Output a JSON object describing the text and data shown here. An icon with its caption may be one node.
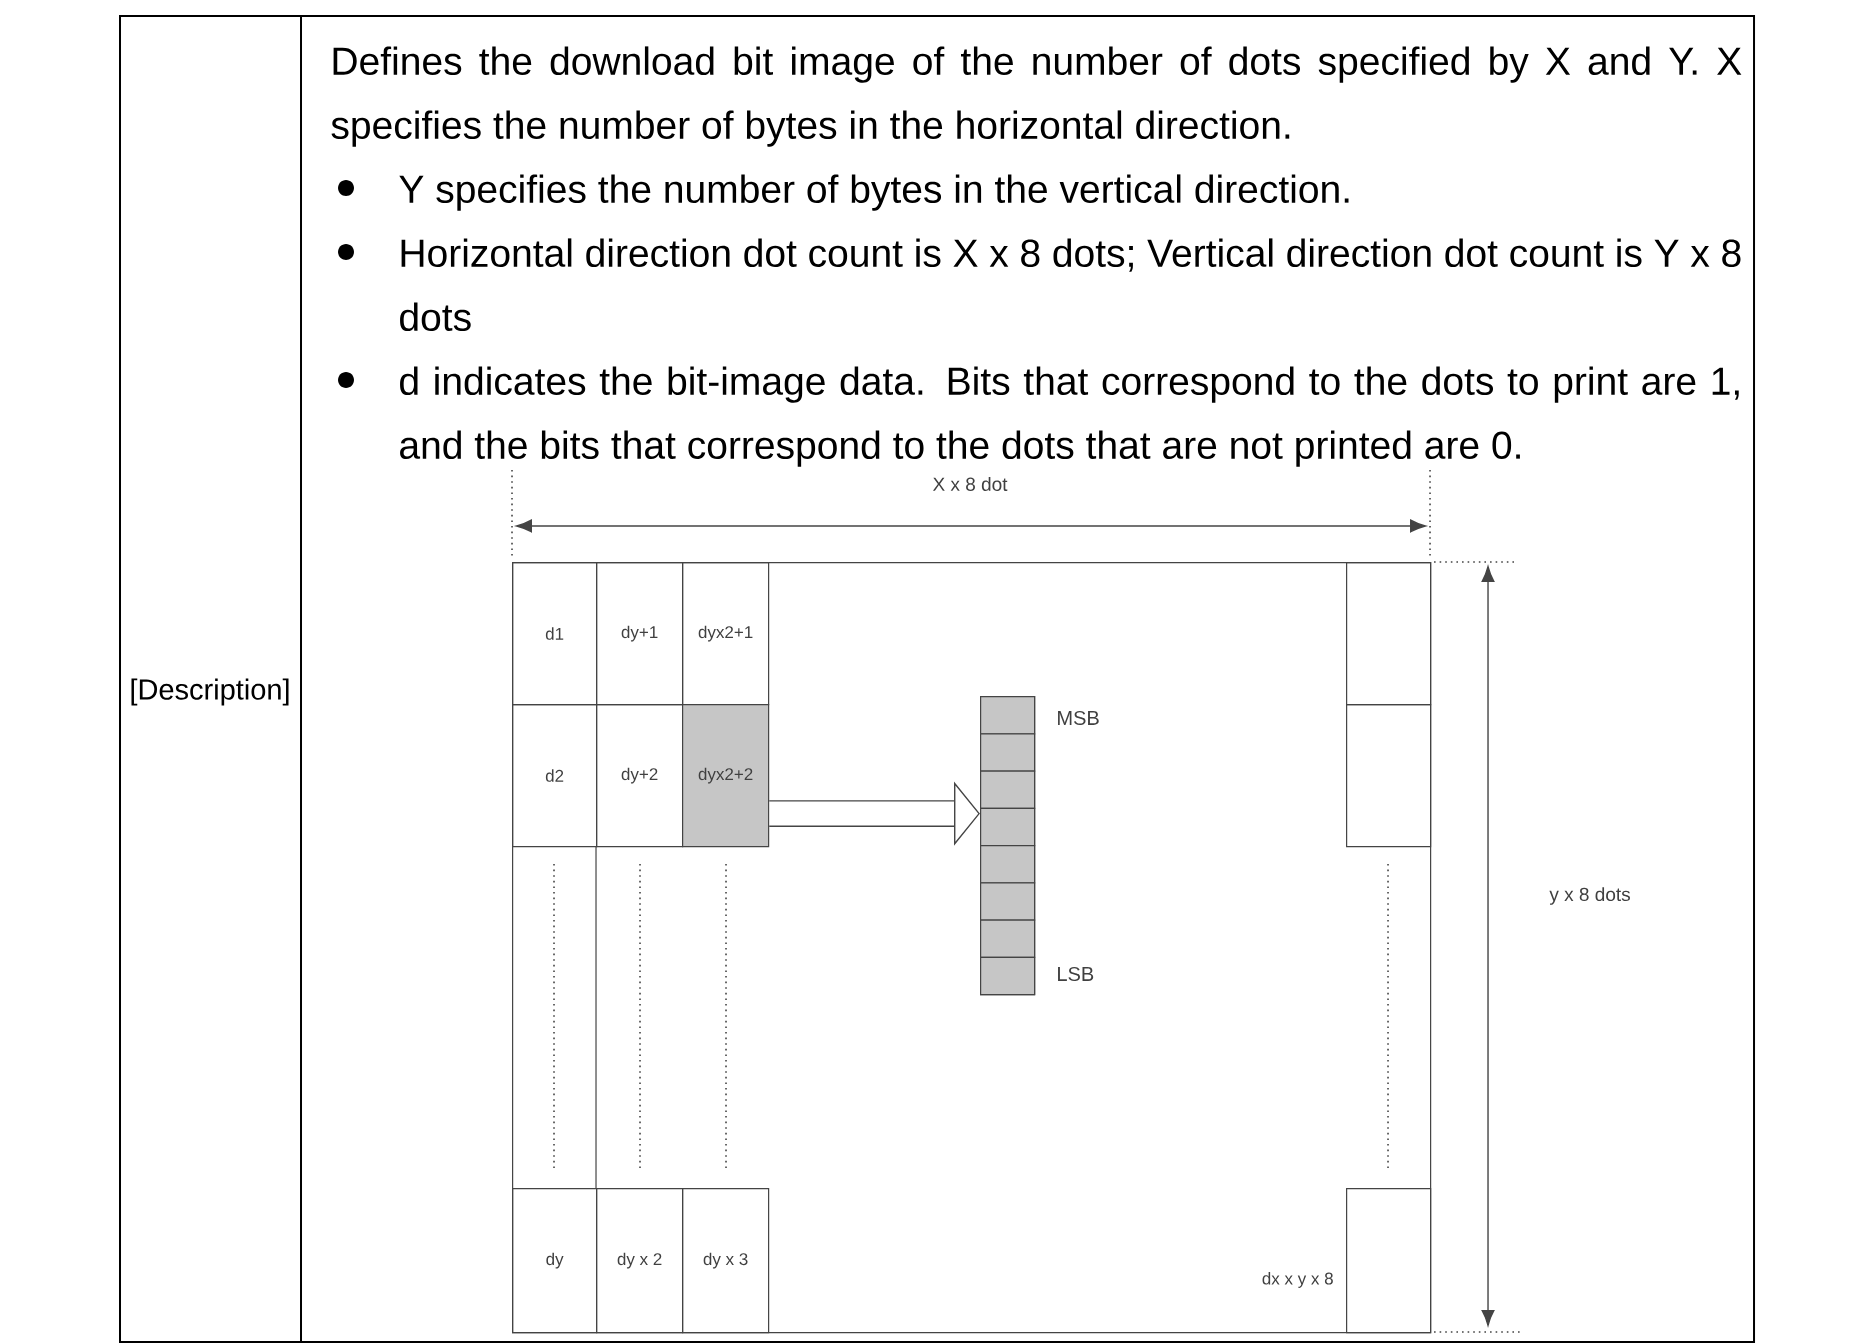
{
  "diagram": {
    "nodes": [
      {
        "text": [],
        "shape": "box"
      },
      {
        "text": [
          "d1"
        ],
        "in": 0
      },
      {
        "text": [
          "dy+1"
        ],
        "in": 0
      },
      {
        "text": [
          "dyx2+1"
        ],
        "in": 0
      },
      {
        "text": [
          "d2"
        ],
        "in": 0
      },
      {
        "text": [
          "dy+2"
        ],
        "in": 0
      },
      {
        "text": [
          "dyx2+2"
        ],
        "in": 0
      },
      {
        "text": [
          "dy"
        ],
        "in": 0
      },
      {
        "text": [
          "dy x 2"
        ],
        "in": 0
      },
      {
        "text": [
          "dy x 3"
        ],
        "in": 0
      },
      {
        "text": [],
        "shape": "box",
        "in": 0
      },
      {
        "text": [],
        "shape": "box",
        "in": 0
      },
      {
        "text": [],
        "shape": "box",
        "in": 0,
        "beside": [
          "dx x y x 8"
        ]
      },
      {
        "text": [],
        "shape": "box",
        "in": 0
      },
      {
        "text": [],
        "shape": "box",
        "in": 13,
        "beside": [
          "MSB"
        ]
      },
      {
        "text": [],
        "shape": "box",
        "in": 13
      },
      {
        "text": [],
        "shape": "box",
        "in": 13
      },
      {
        "text": [],
        "shape": "box",
        "in": 13
      },
      {
        "text": [],
        "shape": "box",
        "in": 13
      },
      {
        "text": [],
        "shape": "box",
        "in": 13
      },
      {
        "text": [],
        "shape": "box",
        "in": 13
      },
      {
        "text": [],
        "shape": "box",
        "in": 13,
        "beside": [
          "LSB"
        ]
      }
    ],
    "edges": [
      {
        "from": 6,
        "to": 13,
        "arrow": "to"
      }
    ],
    "labels": [
      "[Description]",
      "Defines the download bit image of the number of dots specified by X and Y. X specifies the number of bytes in the horizontal direction.",
      "Y specifies the number of bytes in the vertical direction.",
      "Horizontal direction dot count is X x 8 dots; Vertical direction dot count is Y x 8 dots",
      "d indicates the bit-image data. Bits that correspond to the dots to print are 1, and the bits that correspond to the dots that are not printed are 0.",
      "X x 8 dot",
      "y x 8 dots"
    ]
  }
}
